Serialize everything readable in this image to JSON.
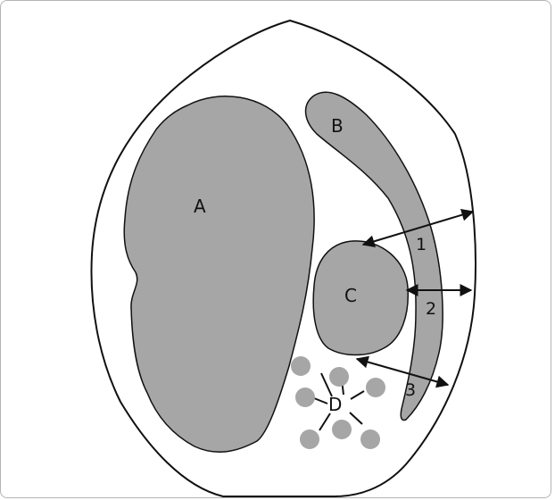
{
  "figure": {
    "regions": {
      "a": "A",
      "b": "B",
      "c": "C",
      "d": "D"
    },
    "measurements": [
      "1",
      "2",
      "3"
    ],
    "colors": {
      "region_fill": "#a6a6a6",
      "dot_fill": "#a6a6a6",
      "outline": "#111111",
      "background": "#ffffff",
      "frame": "#b4b4b4"
    }
  }
}
